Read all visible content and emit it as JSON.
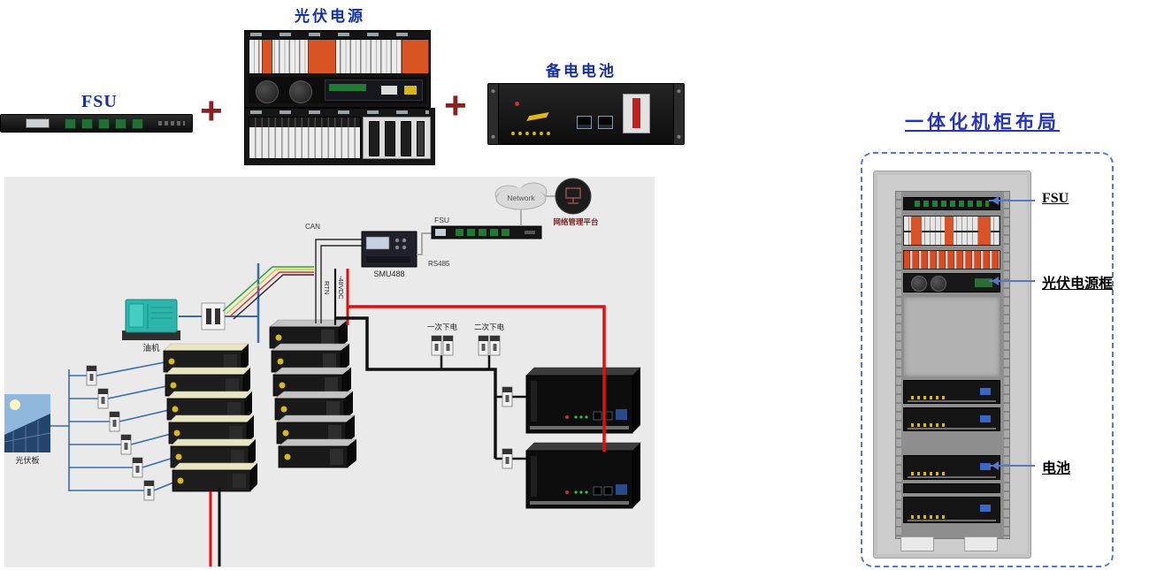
{
  "colors": {
    "label_blue": "#16309e",
    "plus_red": "#8b2020",
    "wire_red": "#e01010",
    "wire_blue": "#3a6ab0",
    "callout_blue": "#5578cc"
  },
  "top_row": {
    "fsu": {
      "label": "FSU"
    },
    "pv": {
      "label": "光伏电源"
    },
    "battery": {
      "label": "备电电池"
    },
    "plus1": "+",
    "plus2": "+"
  },
  "diagram": {
    "network": "Network",
    "nms": "网络管理平台",
    "fsu": "FSU",
    "rs485": "RS485",
    "smu": "SMU488",
    "can": "CAN",
    "dc_bus": "-48VDC",
    "rtn": "RTN",
    "generator": "油机",
    "pv_panel": "光伏板",
    "primary_cutoff": "一次下电",
    "secondary_cutoff": "二次下电"
  },
  "cabinet": {
    "title": "一体化机柜布局",
    "callouts": [
      {
        "label": "FSU"
      },
      {
        "label": "光伏电源框"
      },
      {
        "label": "电池"
      }
    ]
  }
}
